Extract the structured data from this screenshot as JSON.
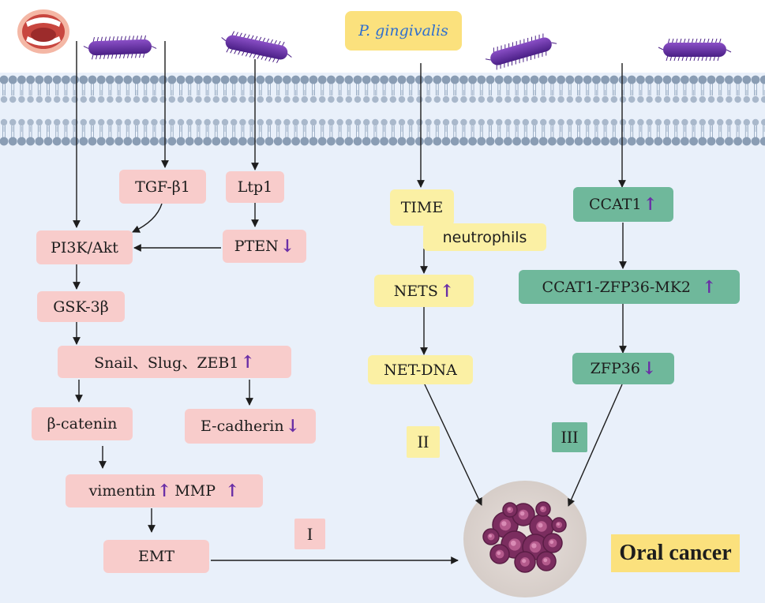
{
  "pathogen": "P. gingivalis",
  "outcome": "Oral cancer",
  "pathway_labels": {
    "one": "I",
    "two": "II",
    "three": "III"
  },
  "nodes": {
    "tgf": "TGF-β1",
    "ltp1": "Ltp1",
    "pi3k": "PI3K/Akt",
    "pten": "PTEN",
    "gsk": "GSK-3β",
    "snail": "Snail、Slug、ZEB1",
    "bcatenin": "β-catenin",
    "ecadherin": "E-cadherin",
    "vimentin": "vimentin",
    "mmp": "MMP",
    "emt": "EMT",
    "time": "TIME",
    "neutrophils": "neutrophils",
    "nets": "NETS",
    "netdna": "NET-DNA",
    "ccat1": "CCAT1",
    "complex": "CCAT1-ZFP36-MK2",
    "zfp36": "ZFP36"
  },
  "arrows": {
    "up": "↑",
    "down": "↓"
  },
  "colors": {
    "pink": "#f8cccb",
    "yellow": "#fbf0a4",
    "green": "#6fb89b",
    "arrow_mark": "#6a2fa6",
    "label_blue": "#2f6fcf",
    "cell": "#e9f0fa"
  },
  "icons": [
    "open-mouth-icon",
    "bacterium-icon",
    "tumor-cell-cluster-icon"
  ]
}
